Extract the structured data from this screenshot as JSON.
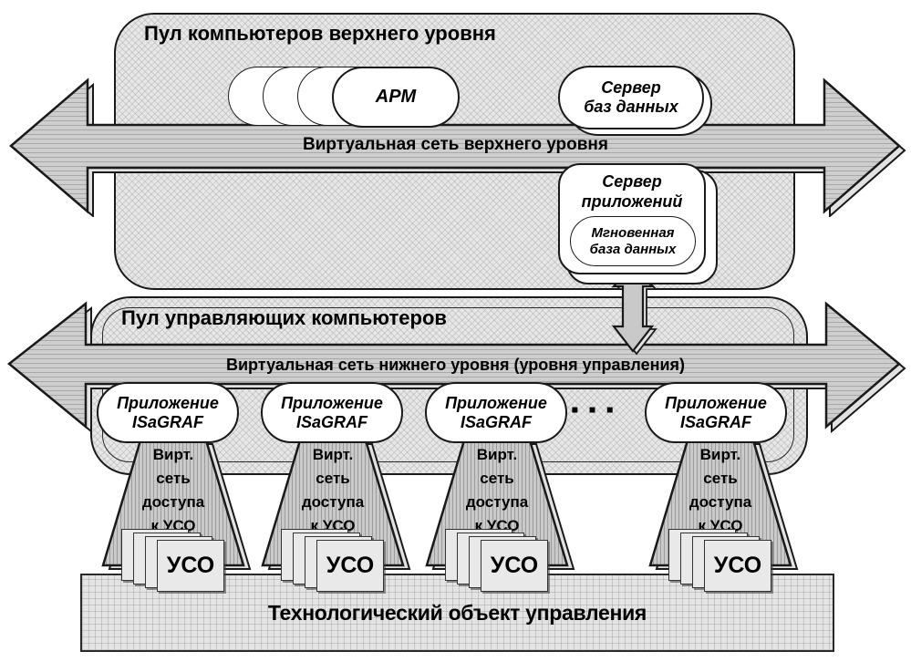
{
  "colors": {
    "outline": "#1a1a1a",
    "pool_fill": "#e7e7e7",
    "band_fill": "#cecece",
    "trapezoid_fill": "#c9c9c9",
    "card_fill": "#e9e9e9",
    "shadow_fill": "#e2e2e2",
    "tech_box_fill": "#e4e4e4"
  },
  "upper_pool": {
    "title": "Пул компьютеров верхнего уровня"
  },
  "upper_network": {
    "label": "Виртуальная сеть верхнего уровня"
  },
  "workstation": {
    "label": "АРМ"
  },
  "db_server": {
    "line1": "Сервер",
    "line2": "баз данных"
  },
  "app_server": {
    "line1": "Сервер",
    "line2": "приложений"
  },
  "instant_db": {
    "line1": "Мгновенная",
    "line2": "база данных"
  },
  "lower_pool": {
    "title": "Пул управляющих компьютеров"
  },
  "lower_network": {
    "label": "Виртуальная сеть нижнего уровня (уровня управления)"
  },
  "ellipsis": "▪ ▪ ▪",
  "groups": [
    {
      "app_line1": "Приложение",
      "app_line2": "ISaGRAF",
      "net_lines": [
        "Вирт.",
        "сеть",
        "доступа",
        "к УСО"
      ],
      "uso": "УСО"
    },
    {
      "app_line1": "Приложение",
      "app_line2": "ISaGRAF",
      "net_lines": [
        "Вирт.",
        "сеть",
        "доступа",
        "к УСО"
      ],
      "uso": "УСО"
    },
    {
      "app_line1": "Приложение",
      "app_line2": "ISaGRAF",
      "net_lines": [
        "Вирт.",
        "сеть",
        "доступа",
        "к УСО"
      ],
      "uso": "УСО"
    },
    {
      "app_line1": "Приложение",
      "app_line2": "ISaGRAF",
      "net_lines": [
        "Вирт.",
        "сеть",
        "доступа",
        "к УСО"
      ],
      "uso": "УСО"
    }
  ],
  "tech_object": {
    "title": "Технологический объект управления"
  }
}
